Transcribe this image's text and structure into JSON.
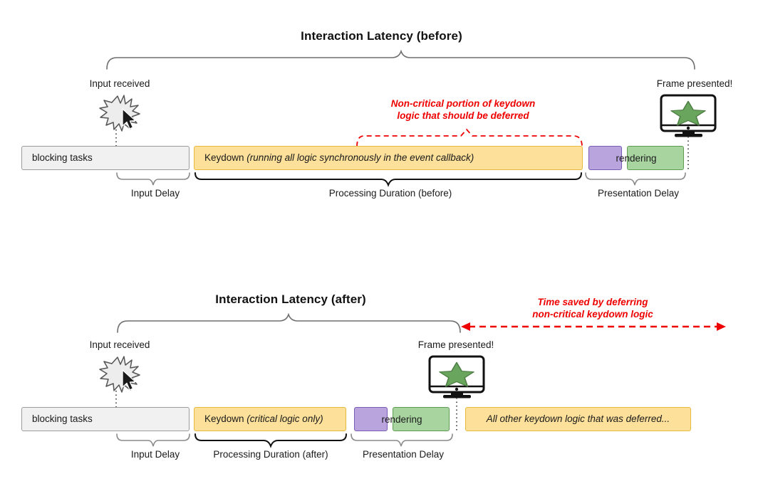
{
  "figure": {
    "title_top": "Interaction Latency (before)",
    "title_bottom": "Interaction Latency (after)"
  },
  "colors": {
    "blocking_fill": "#f1f1f1",
    "blocking_stroke": "#9b9b9b",
    "keydown_fill": "#fde09a",
    "keydown_stroke": "#e8b93f",
    "rendering_purple_fill": "#b9a4dd",
    "rendering_purple_stroke": "#7a5bb5",
    "rendering_green_fill": "#a8d4a0",
    "rendering_green_stroke": "#5f9b53",
    "annotation_red": "#ee0000",
    "brace_black": "#111111",
    "brace_gray": "#8a8a8a",
    "star_green": "#6aa55e"
  },
  "before": {
    "title": "Interaction Latency (before)",
    "input_caption": "Input received",
    "frame_caption": "Frame presented!",
    "annotation": {
      "line1": "Non-critical portion of keydown",
      "line2": "logic that should be deferred"
    },
    "bars": [
      {
        "name": "blocking-tasks",
        "label": "blocking tasks",
        "label_italic": ""
      },
      {
        "name": "keydown",
        "label": "Keydown ",
        "label_italic": "(running all logic synchronously in the event callback)"
      },
      {
        "name": "rendering-purple",
        "label": "",
        "label_italic": ""
      },
      {
        "name": "rendering-green",
        "label": "",
        "label_italic": ""
      }
    ],
    "rendering_word": "rendering",
    "phases": [
      {
        "name": "input-delay",
        "label": "Input Delay"
      },
      {
        "name": "processing-duration",
        "label": "Processing Duration (before)"
      },
      {
        "name": "presentation-delay",
        "label": "Presentation Delay"
      }
    ]
  },
  "after": {
    "title": "Interaction Latency (after)",
    "input_caption": "Input received",
    "frame_caption": "Frame presented!",
    "annotation": {
      "line1": "Time saved by deferring",
      "line2": "non-critical keydown logic"
    },
    "bars": [
      {
        "name": "blocking-tasks",
        "label": "blocking tasks",
        "label_italic": ""
      },
      {
        "name": "keydown",
        "label": "Keydown ",
        "label_italic": "(critical logic only)"
      },
      {
        "name": "rendering-purple",
        "label": "",
        "label_italic": ""
      },
      {
        "name": "rendering-green",
        "label": "",
        "label_italic": ""
      },
      {
        "name": "deferred-work",
        "label": "",
        "label_italic": "All other keydown logic that was deferred..."
      }
    ],
    "rendering_word": "rendering",
    "deferred_label": "All other keydown logic that was deferred...",
    "phases": [
      {
        "name": "input-delay",
        "label": "Input Delay"
      },
      {
        "name": "processing-duration",
        "label": "Processing Duration (after)"
      },
      {
        "name": "presentation-delay",
        "label": "Presentation Delay"
      }
    ]
  },
  "icons": {
    "input_burst": "starburst-icon",
    "mouse_cursor": "mouse-cursor-icon",
    "monitor": "monitor-icon",
    "star": "star-icon"
  }
}
